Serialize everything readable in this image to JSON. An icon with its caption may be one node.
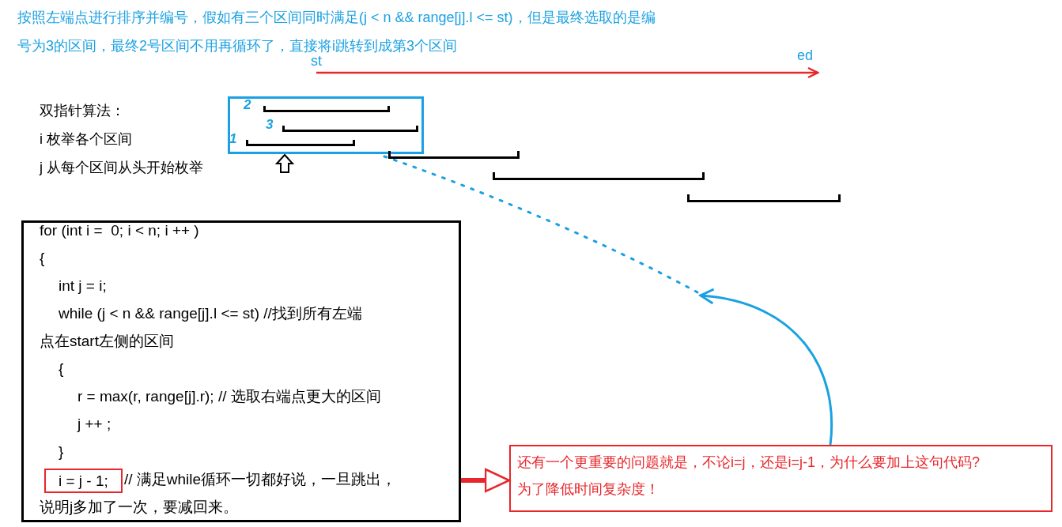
{
  "diagram": {
    "nodes": [
      {
        "text": [],
        "shape": "box"
      },
      {
        "text": [
          "2"
        ],
        "in": 0
      },
      {
        "text": [
          "3"
        ],
        "in": 0
      },
      {
        "text": [
          "1"
        ],
        "in": 0
      },
      {
        "text": [],
        "shape": "bar"
      },
      {
        "text": [],
        "shape": "bar"
      },
      {
        "text": [],
        "shape": "bar"
      },
      {
        "text": [
          "for (int i =  0; i < n; i ++ )",
          "{",
          "int j = i;",
          "while (j < n && range[j].l <= st) //找到所有左端点在start左侧的区间",
          "{",
          "r = max(r, range[j].r); // 选取右端点更大的区间",
          "j ++ ;",
          "}",
          "// 满足while循环一切都好说，一旦跳出，说明j多加了一次，要减回来。"
        ]
      },
      {
        "text": [
          "i = j - 1;"
        ],
        "in": 7
      },
      {
        "text": [
          "还有一个更重要的问题就是，不论i=j，还是i=j-1，为什么要加上这句代码?",
          "为了降低时间复杂度！"
        ]
      }
    ],
    "edges": [
      {
        "from": 7,
        "to": 9,
        "arrow": "to",
        "style": "thick",
        "color": "#e8262b"
      },
      {
        "from": 9,
        "to": null,
        "arrow": "to",
        "color": "#1ba1e2"
      },
      {
        "from": 0,
        "to": null,
        "arrow": "none",
        "style": "dashed",
        "color": "#1ba1e2"
      }
    ],
    "labels": [
      "按照左端点进行排序并编号，假如有三个区间同时满足(j < n && range[j].l <= st)，但是最终选取的是编号为3的区间，最终2号区间不用再循环了，直接将i跳转到成第3个区间",
      "st",
      "ed",
      "双指针算法：",
      "i 枚举各个区间",
      "j 从每个区间从头开始枚举"
    ]
  }
}
